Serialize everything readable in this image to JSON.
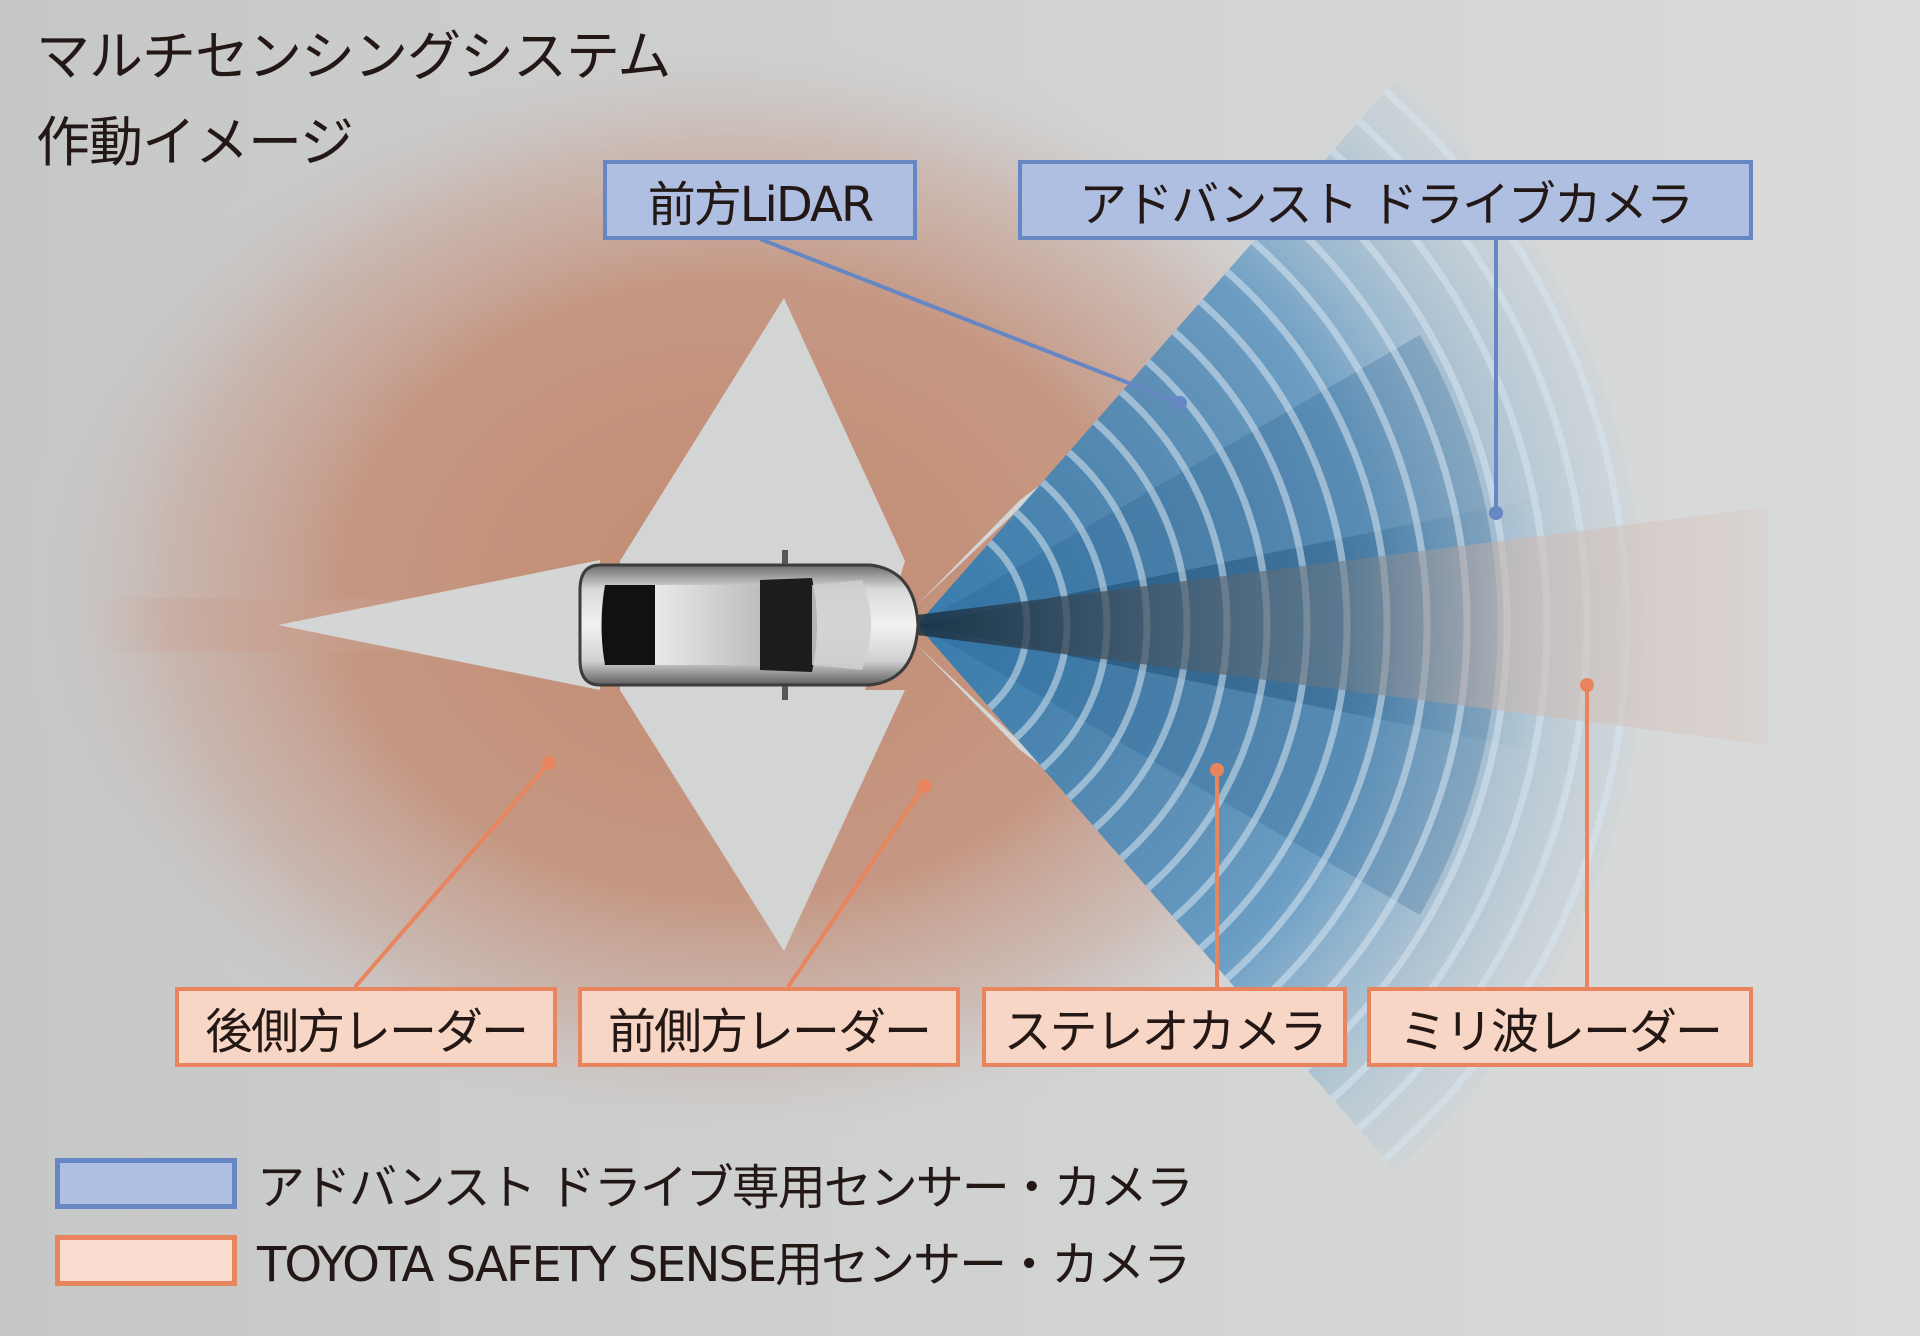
{
  "title": {
    "line1": "マルチセンシングシステム",
    "line2": "作動イメージ"
  },
  "callouts": {
    "front_lidar": {
      "label": "前方LiDAR",
      "category": "advanced_drive"
    },
    "advanced_drive_camera": {
      "label": "アドバンスト ドライブカメラ",
      "category": "advanced_drive"
    },
    "rear_side_radar": {
      "label": "後側方レーダー",
      "category": "toyota_safety_sense"
    },
    "front_side_radar": {
      "label": "前側方レーダー",
      "category": "toyota_safety_sense"
    },
    "stereo_camera": {
      "label": "ステレオカメラ",
      "category": "toyota_safety_sense"
    },
    "millimeter_wave_radar": {
      "label": "ミリ波レーダー",
      "category": "toyota_safety_sense"
    }
  },
  "legend": [
    {
      "label": "アドバンスト ドライブ専用センサー・カメラ",
      "color": "#afbfe2",
      "border": "#6786c4"
    },
    {
      "label": "TOYOTA SAFETY SENSE用センサー・カメラ",
      "color": "#f8dccd",
      "border": "#e8855e"
    }
  ],
  "colors": {
    "advanced_accent": "#6786c4",
    "tss_accent": "#e8855e",
    "radar_zone": "#c4917a",
    "camera_beam": "#1f5c8a",
    "background_left": "#c6c7c7",
    "background_right": "#dadcdc"
  }
}
